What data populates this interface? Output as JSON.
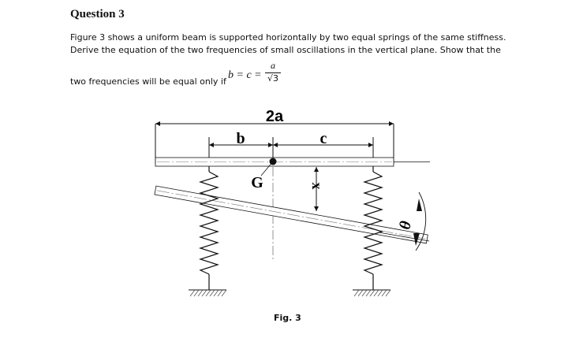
{
  "question": {
    "heading": "Question 3",
    "line1": "Figure 3 shows a uniform beam is supported horizontally by two equal springs of the same stiffness.",
    "line2": "Derive the equation of the two frequencies of small oscillations in the vertical plane. Show that the",
    "line3": "two frequencies will be equal only if",
    "equation_lhs": "b = c =",
    "fraction_numerator": "a",
    "fraction_denominator": "√3"
  },
  "figure": {
    "label_2a": "2a",
    "label_b": "b",
    "label_c": "c",
    "label_G": "G",
    "label_x": "x",
    "label_theta": "θ",
    "caption": "Fig. 3"
  }
}
